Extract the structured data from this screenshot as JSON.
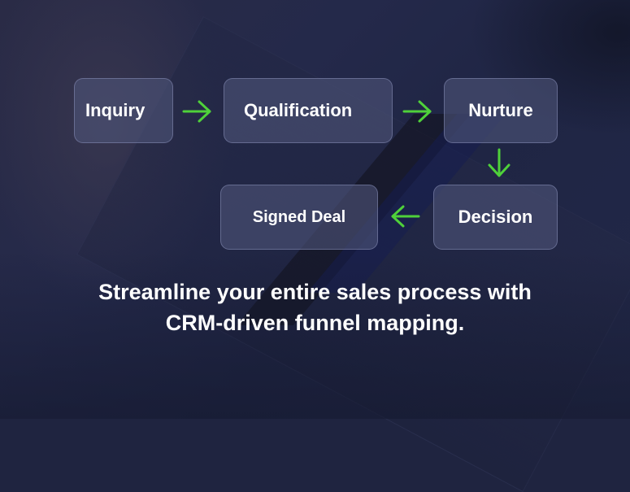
{
  "diagram": {
    "type": "flowchart",
    "accent_color": "#4fd13a",
    "nodes": {
      "inquiry": "Inquiry",
      "qualification": "Qualification",
      "nurture": "Nurture",
      "decision": "Decision",
      "signed_deal": "Signed Deal"
    },
    "edges": [
      {
        "from": "Inquiry",
        "to": "Qualification",
        "direction": "right"
      },
      {
        "from": "Qualification",
        "to": "Nurture",
        "direction": "right"
      },
      {
        "from": "Nurture",
        "to": "Decision",
        "direction": "down"
      },
      {
        "from": "Decision",
        "to": "Signed Deal",
        "direction": "left"
      }
    ]
  },
  "caption": {
    "line1": "Streamline your entire sales process with",
    "line2": "CRM-driven funnel mapping."
  }
}
